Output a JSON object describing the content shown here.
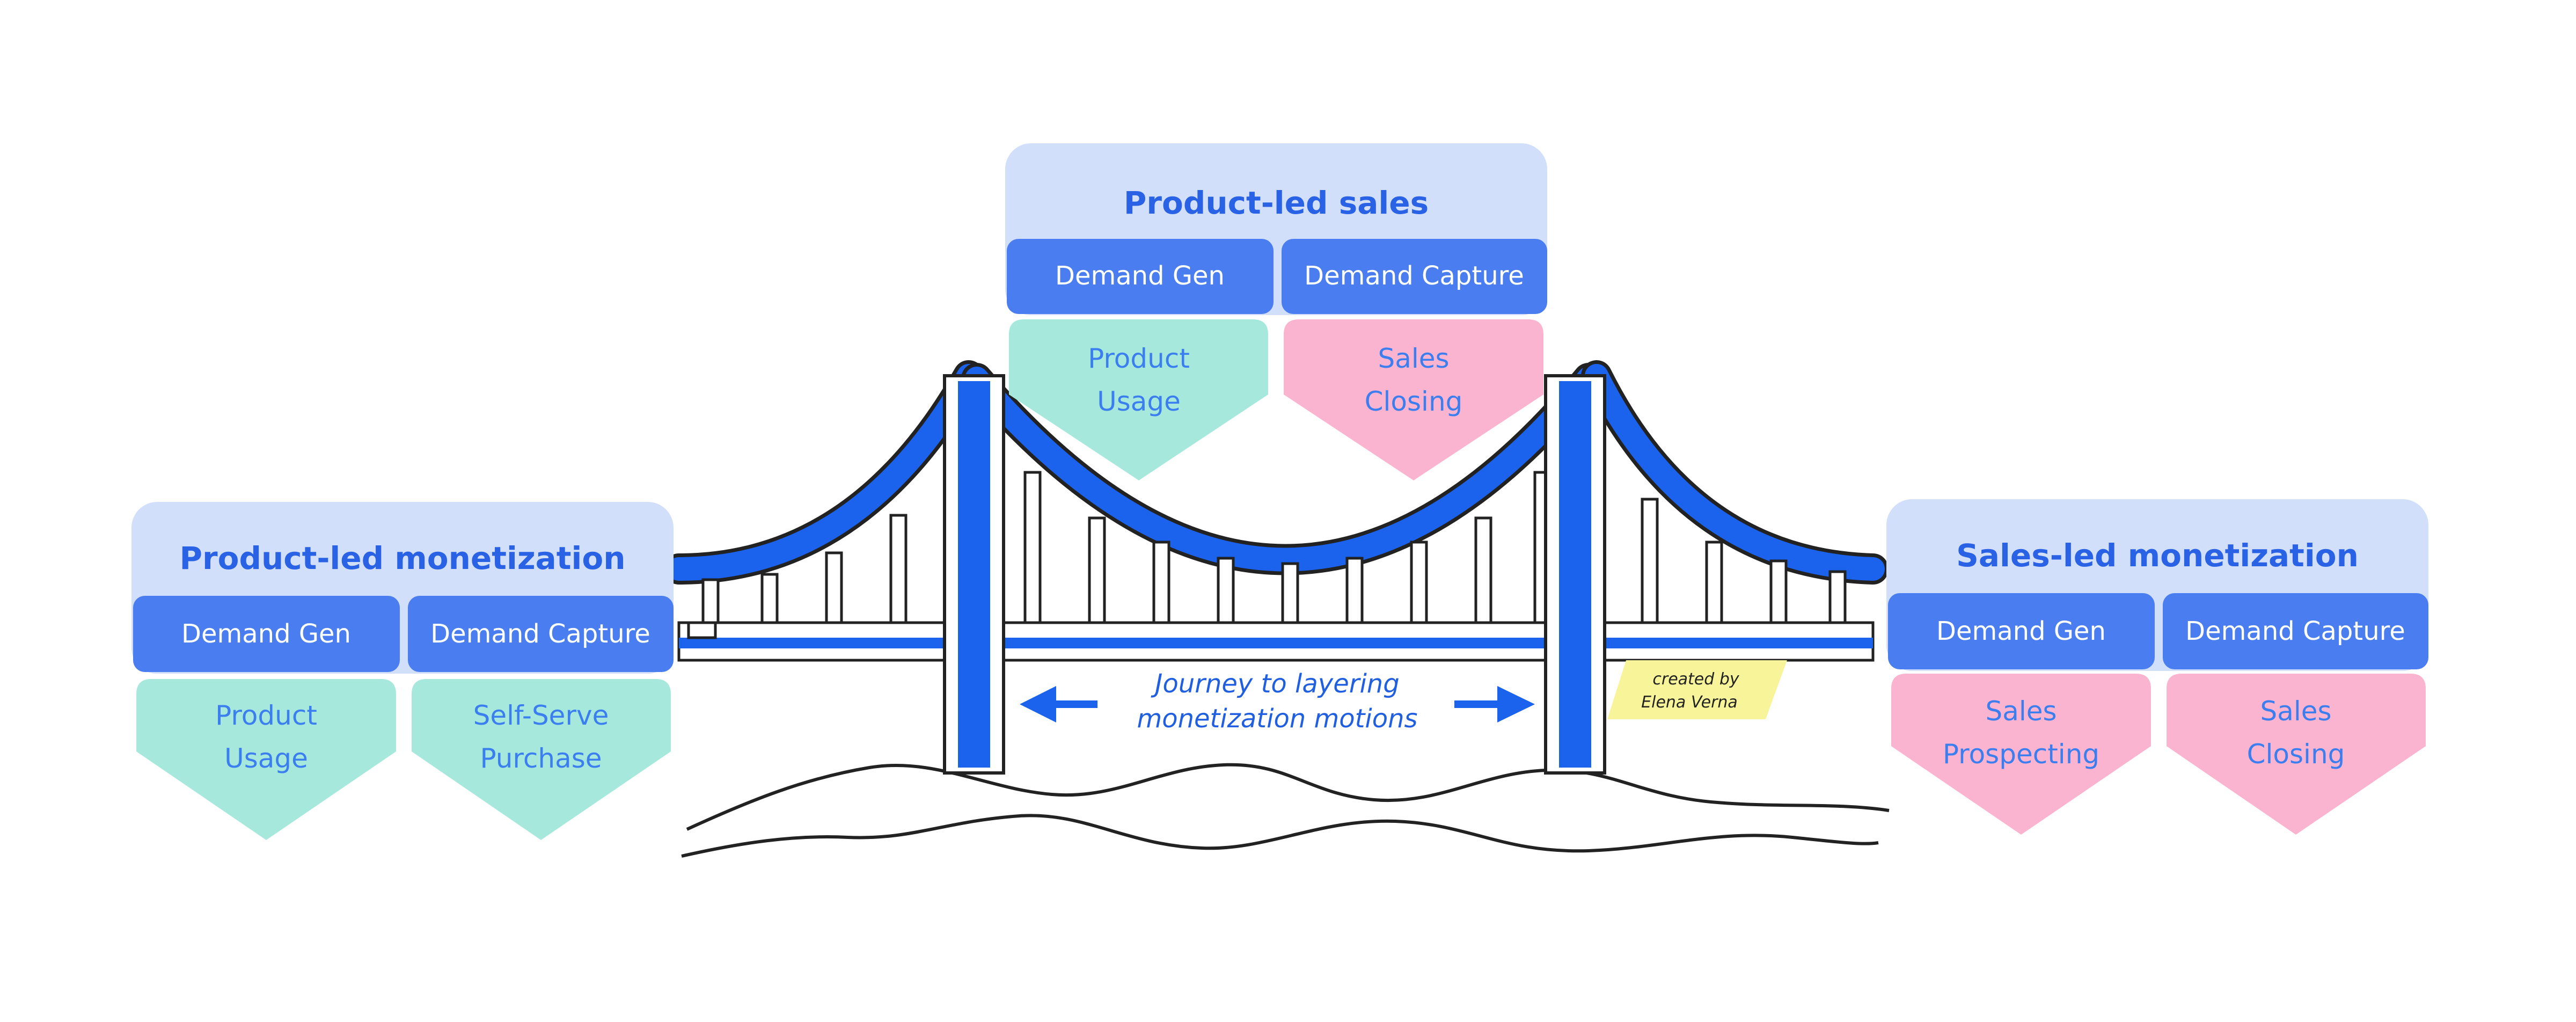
{
  "panels": {
    "left": {
      "title": "Product-led monetization",
      "tab_left": "Demand Gen",
      "tab_right": "Demand Capture",
      "chevron_left": [
        "Product",
        "Usage"
      ],
      "chevron_right": [
        "Self-Serve",
        "Purchase"
      ]
    },
    "center": {
      "title": "Product-led sales",
      "tab_left": "Demand Gen",
      "tab_right": "Demand Capture",
      "chevron_left": [
        "Product",
        "Usage"
      ],
      "chevron_right": [
        "Sales",
        "Closing"
      ]
    },
    "right": {
      "title": "Sales-led monetization",
      "tab_left": "Demand Gen",
      "tab_right": "Demand Capture",
      "chevron_left": [
        "Sales",
        "Prospecting"
      ],
      "chevron_right": [
        "Sales",
        "Closing"
      ]
    }
  },
  "journey": [
    "Journey to layering",
    "monetization motions"
  ],
  "credit": [
    "created by",
    "Elena Verna"
  ],
  "colors": {
    "accent_blue": "#1b62ec",
    "title_text": "#2a62e6",
    "panel_bg": "#d2dffa",
    "tab_bg": "#4a7ef0",
    "teal_chevron": "#a6e9dc",
    "pink_chevron": "#fbb4d0",
    "credit_note": "#f8f49a"
  },
  "icons": [
    "bridge-illustration",
    "arrow-left-icon",
    "arrow-right-icon",
    "water-waves"
  ]
}
